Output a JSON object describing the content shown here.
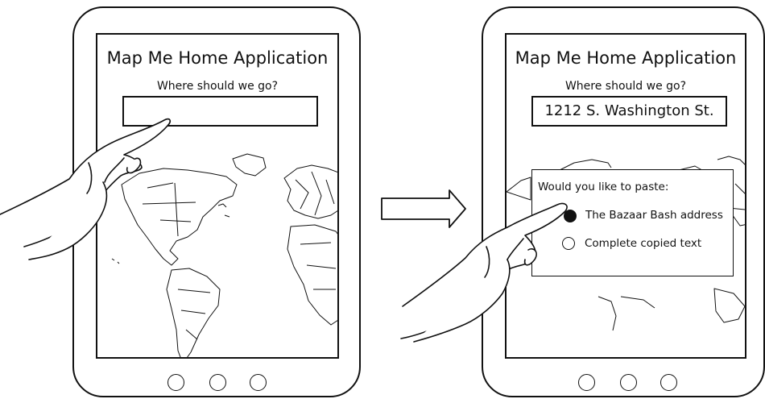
{
  "app": {
    "title": "Map Me Home Application",
    "prompt": "Where should we go?"
  },
  "left_panel": {
    "address_value": ""
  },
  "right_panel": {
    "address_value": "1212 S. Washington St.",
    "paste_prompt": {
      "title": "Would you like to paste:",
      "options": [
        {
          "label": "The Bazaar Bash address",
          "selected": true
        },
        {
          "label": "Complete copied text",
          "selected": false
        }
      ]
    }
  },
  "colors": {
    "stroke": "#111111",
    "background": "#ffffff"
  },
  "icons": [
    "home-button-icon",
    "world-map-icon",
    "hand-icon",
    "right-arrow-icon",
    "radio-icon"
  ]
}
